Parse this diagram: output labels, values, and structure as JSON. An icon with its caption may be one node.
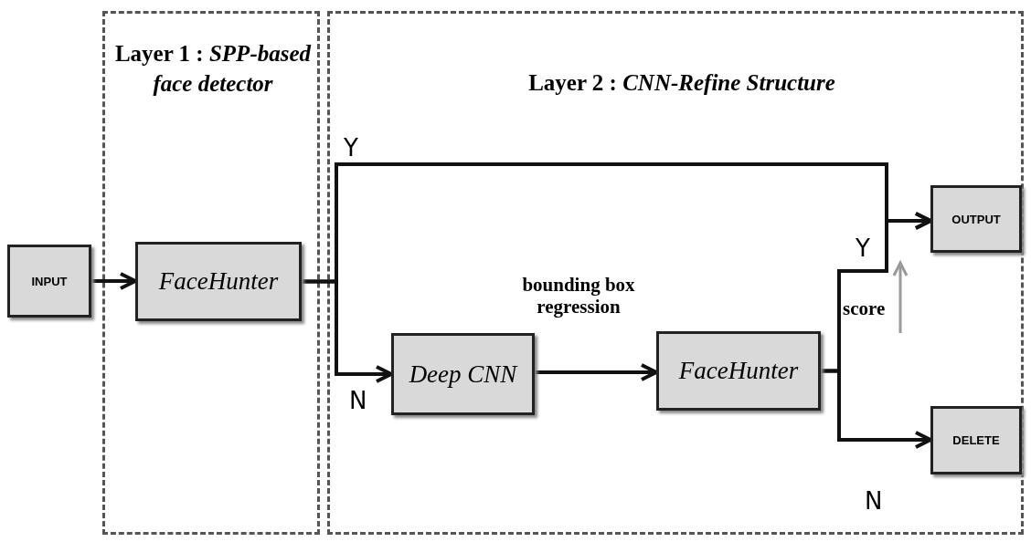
{
  "diagram": {
    "nodes": [
      {
        "text": [
          "Layer 1 : *SPP-based face detector*"
        ]
      },
      {
        "text": [
          "Layer 2 : *CNN-Refine Structure*"
        ]
      },
      {
        "text": [
          "INPUT"
        ]
      },
      {
        "text": [
          "FaceHunter"
        ],
        "in": 0
      },
      {
        "text": [
          "Deep CNN"
        ],
        "in": 1
      },
      {
        "text": [
          "FaceHunter"
        ],
        "in": 1
      },
      {
        "text": [
          "OUTPUT"
        ],
        "in": 1
      },
      {
        "text": [
          "DELETE"
        ],
        "in": 1
      }
    ],
    "edges": [
      {
        "from": 2,
        "to": 3,
        "arrow": "to"
      },
      {
        "from": 3,
        "to": 6,
        "arrow": "to",
        "label": "Y"
      },
      {
        "from": 3,
        "to": 4,
        "arrow": "to",
        "label": "N"
      },
      {
        "from": 4,
        "to": 5,
        "arrow": "to",
        "label": "bounding box regression"
      },
      {
        "from": 5,
        "to": 6,
        "arrow": "to",
        "label": "Y"
      },
      {
        "from": 5,
        "to": 7,
        "arrow": "to",
        "label": "N"
      }
    ],
    "labels": [
      "score"
    ]
  }
}
